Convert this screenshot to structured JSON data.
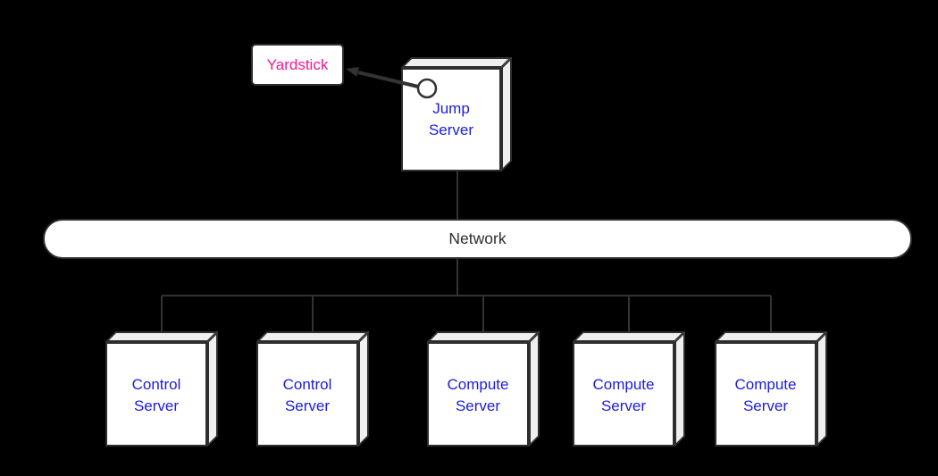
{
  "diagram": {
    "colors": {
      "background": "#000000",
      "line": "#333333",
      "box_border": "#2e2e2e",
      "box_front_fill": "#ffffff",
      "box_depth_fill": "#efefef",
      "yardstick_text": "#ff1493",
      "server_text": "#1c1cdd",
      "network_text": "#2e2e2e"
    },
    "yardstick": {
      "label": "Yardstick"
    },
    "jump_server": {
      "label": "Jump Server"
    },
    "network": {
      "label": "Network"
    },
    "servers": [
      {
        "label": "Control Server"
      },
      {
        "label": "Control Server"
      },
      {
        "label": "Compute Server"
      },
      {
        "label": "Compute Server"
      },
      {
        "label": "Compute Server"
      }
    ]
  }
}
